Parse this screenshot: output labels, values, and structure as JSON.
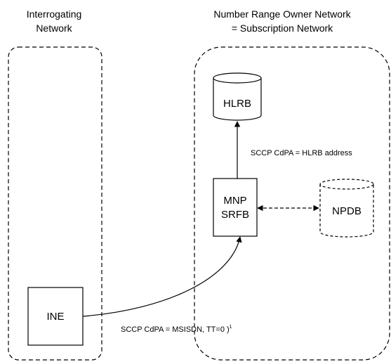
{
  "interrogating_network": {
    "title_line1": "Interrogating",
    "title_line2": "Network"
  },
  "owner_network": {
    "title_line1": "Number Range Owner Network",
    "title_line2": "= Subscription Network"
  },
  "nodes": {
    "hlrb": "HLRB",
    "mnp_srfb_line1": "MNP",
    "mnp_srfb_line2": "SRFB",
    "npdb": "NPDB",
    "ine": "INE"
  },
  "links": {
    "srf_to_hlr": "SCCP CdPA = HLRB address",
    "ine_to_srf": "SCCP CdPA = MSISDN, TT=0 )",
    "ine_to_srf_sup": "1"
  }
}
